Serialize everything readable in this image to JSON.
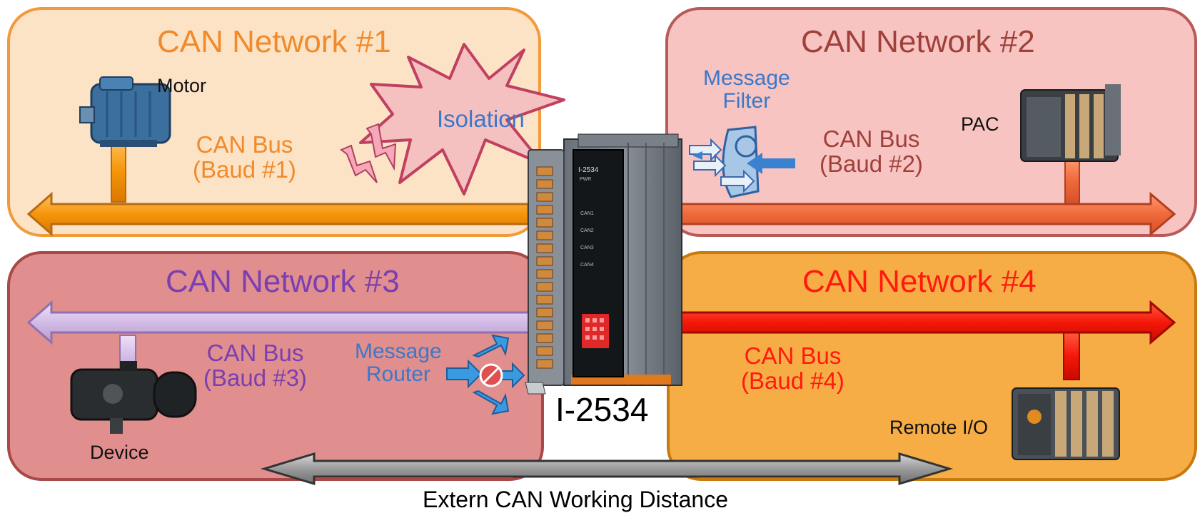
{
  "networks": [
    {
      "title": "CAN Network #1",
      "bus_line1": "CAN Bus",
      "bus_line2": "(Baud #1)",
      "device": "Motor",
      "color": "#f08a2a"
    },
    {
      "title": "CAN Network #2",
      "bus_line1": "CAN Bus",
      "bus_line2": "(Baud #2)",
      "device": "PAC",
      "color": "#a0403a"
    },
    {
      "title": "CAN Network #3",
      "bus_line1": "CAN Bus",
      "bus_line2": "(Baud #3)",
      "device": "Device",
      "color": "#7a3fb0"
    },
    {
      "title": "CAN Network #4",
      "bus_line1": "CAN Bus",
      "bus_line2": "(Baud #4)",
      "device": "Remote I/O",
      "color": "#ff1a10"
    }
  ],
  "isolation": "Isolation",
  "filter": {
    "line1": "Message",
    "line2": "Filter"
  },
  "router": {
    "line1": "Message",
    "line2": "Router"
  },
  "module": {
    "name": "I-2534",
    "face_title": "I-2534",
    "face_pwr": "PWR",
    "leds": [
      "CAN1",
      "CAN2",
      "CAN3",
      "CAN4"
    ]
  },
  "distance_label": "Extern CAN Working Distance"
}
